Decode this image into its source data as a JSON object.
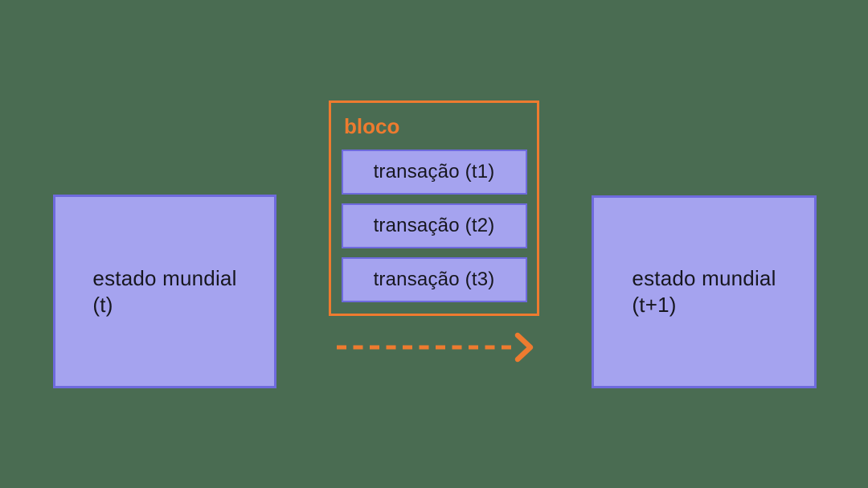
{
  "canvas": {
    "background": "#4a6c52"
  },
  "palette": {
    "box_fill": "#a5a3ef",
    "box_border": "#6e6add",
    "accent_orange": "#ee7b2f",
    "text_dark": "#17171f"
  },
  "diagram": {
    "left_state": {
      "line1": "estado mundial",
      "line2": "(t)"
    },
    "block": {
      "title": "bloco",
      "transactions": [
        {
          "label": "transação (t1)"
        },
        {
          "label": "transação (t2)"
        },
        {
          "label": "transação (t3)"
        }
      ]
    },
    "arrow": {
      "name": "state-transition-arrow"
    },
    "right_state": {
      "line1": "estado mundial",
      "line2": "(t+1)"
    }
  }
}
